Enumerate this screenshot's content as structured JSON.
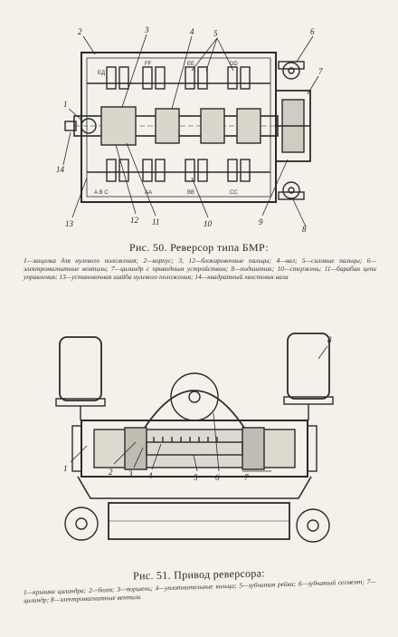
{
  "figure1": {
    "caption": "Рис. 50. Реверсор типа БМР:",
    "legend": "1—защелка для нулевого положения; 2—корпус; 3, 12—блокировочные пальцы; 4—вал; 5—силовые пальцы; 6—электромагнитные вентили; 7—цилиндр с приводным устройством; 8—подшипник; 10—стержень; 11—барабан цепи управления; 13—установочная шайба нулевого положения; 14—квадратный хвостовик вала",
    "top_marks": [
      "ЕД",
      "FF",
      "ЕЕ",
      "DD"
    ],
    "bottom_marks": [
      "А В С",
      "АА",
      "ВВ",
      "СС"
    ],
    "callouts_top": [
      "2",
      "3",
      "4",
      "5",
      "6",
      "7"
    ],
    "callouts_left": [
      "1",
      "14",
      "13"
    ],
    "callouts_bottom": [
      "12",
      "11",
      "10",
      "9",
      "8"
    ]
  },
  "figure2": {
    "caption": "Рис. 51. Привод реверсора:",
    "legend": "1—крышка цилиндра; 2—болт; 3—поршень; 4—уплотнительные кольца; 5—зубчатая рейка; 6—зубчатый сегмент; 7—цилиндр; 8—электромагнитные вентили",
    "callouts": [
      "1",
      "2",
      "3",
      "4",
      "5",
      "6",
      "7",
      "8"
    ]
  }
}
